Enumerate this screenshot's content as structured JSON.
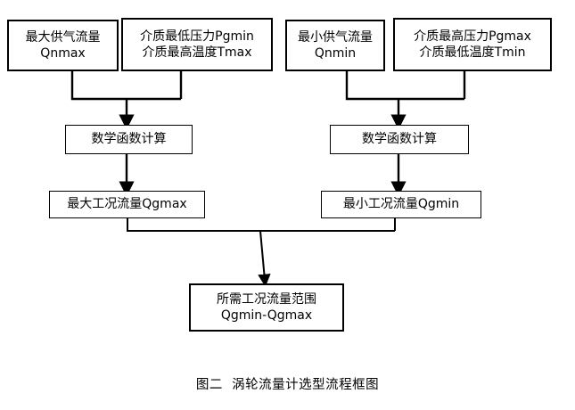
{
  "figure": {
    "caption": "图二  涡轮流量计选型流程框图",
    "stroke_color": "#000000",
    "background_color": "#ffffff"
  },
  "nodes": {
    "max_supply_flow": {
      "line1": "最大供气流量",
      "line2": "Qnmax"
    },
    "min_pressure_max_temp": {
      "line1": "介质最低压力Pgmin",
      "line2": "介质最高温度Tmax"
    },
    "min_supply_flow": {
      "line1": "最小供气流量",
      "line2": "Qnmin"
    },
    "max_pressure_min_temp": {
      "line1": "介质最高压力Pgmax",
      "line2": "介质最低温度Tmin"
    },
    "math_calc_left": {
      "line1": "数学函数计算"
    },
    "math_calc_right": {
      "line1": "数学函数计算"
    },
    "qgmax_result": {
      "line1": "最大工况流量Qgmax"
    },
    "qgmin_result": {
      "line1": "最小工况流量Qgmin"
    },
    "required_range": {
      "line1": "所需工况流量范围",
      "line2": "Qgmin-Qgmax"
    }
  }
}
